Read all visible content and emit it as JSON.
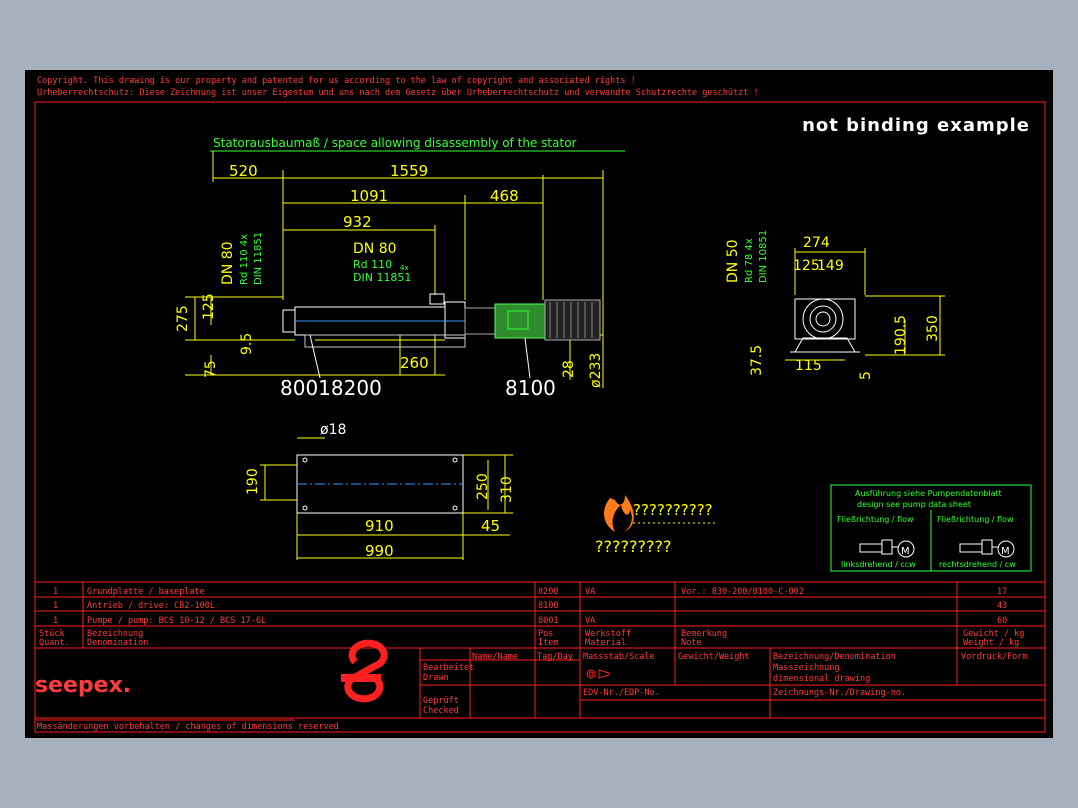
{
  "header": {
    "copyright_en": "Copyright. This drawing is our property and patented for us according to the law of copyright and associated rights !",
    "copyright_de": "Urheberrechtschutz: Diese Zeichnung ist unser Eigentum und uns nach dem Gesetz über Urheberrechtschutz und verwandte Schutzrechte geschützt !"
  },
  "watermark": "not binding example",
  "dimensions": {
    "stator_label": "Statorausbaumaß / space allowing disassembly of the stator",
    "d520": "520",
    "d1559": "1559",
    "d1091": "1091",
    "d468": "468",
    "d932": "932",
    "dn80_center": "DN 80",
    "rd110_center": "Rd 110",
    "rd110_4x": "4x",
    "din_center": "DIN 11851",
    "dn80_left": "DN 80",
    "rd110_left": "Rd 110 4x",
    "din_left": "DIN 11851",
    "d275": "275",
    "d125": "125",
    "d95": "9.5",
    "d75": "75",
    "d260": "260",
    "d28": "28",
    "d233": "ø233",
    "part_80018200": "80018200",
    "part_8100": "8100",
    "dn50": "DN 50",
    "rd78": "Rd 78 4x",
    "din_right": "DIN 10851",
    "d274": "274",
    "d125b": "125",
    "d149": "149",
    "d350": "350",
    "d1905": "190.5",
    "d375": "37.5",
    "d115": "115",
    "d5": "5",
    "d18": "ø18",
    "d190": "190",
    "d250": "250",
    "d310": "310",
    "d910": "910",
    "d45": "45",
    "d990": "990"
  },
  "rotation_box": {
    "title_de": "Ausführung siehe Pumpendatenblatt",
    "title_en": "design see pump data sheet",
    "flow_left": "Fließrichtung / flow",
    "flow_right": "Fließrichtung / flow",
    "ccw_label": "linksdrehend / ccw",
    "cw_label": "rechtsdrehend / cw"
  },
  "logo_text": "??????????",
  "logo_sub": "?????????",
  "parts_table": {
    "rows": [
      {
        "qty": "1",
        "name": "Grundplatte / baseplate",
        "pos": "8200",
        "material": "VA",
        "note": "Vor.: 830-200/0100-C-002",
        "weight": "17"
      },
      {
        "qty": "1",
        "name": "Antrieb / drive: CB2-100L",
        "pos": "8100",
        "material": "",
        "note": "",
        "weight": "43"
      },
      {
        "qty": "1",
        "name": "Pumpe / pump: BCS 10-12 / BCS 17-6L",
        "pos": "8001",
        "material": "VA",
        "note": "",
        "weight": "60"
      }
    ],
    "headers": {
      "qty_de": "Stück",
      "qty_en": "Quant.",
      "name_de": "Bezeichnung",
      "name_en": "Denomination",
      "pos_de": "Pos",
      "pos_en": "Item",
      "mat_de": "Werkstoff",
      "mat_en": "Material",
      "note_de": "Bemerkung",
      "note_en": "Note",
      "weight_de": "Gewicht / kg",
      "weight_en": "Weight / kg"
    }
  },
  "title_block": {
    "brand": "seepex.",
    "name_col": "Name/Name",
    "date_col": "Tag/Day",
    "scale_col": "Massstab/Scale",
    "weight_col": "Gewicht/Weight",
    "denom_col": "Bezeichnung/Denomination",
    "form_col": "Vordruck/Form",
    "drawn_de": "Bearbeitet",
    "drawn_en": "Drawn",
    "checked_de": "Geprüft",
    "checked_en": "Checked",
    "title_de": "Masszeichnung",
    "title_en": "dimensional drawing",
    "edp": "EDV-Nr./EDP-No.",
    "drawing_no": "Zeichnungs-Nr./Drawing-no.",
    "footer": "Massänderungen vorbehalten / changes of dimensions reserved"
  },
  "colors": {
    "background": "#a7b0bd",
    "sheet": "#000000",
    "frame": "#ff2020",
    "dim": "#ffff00",
    "note": "#33ff33"
  }
}
